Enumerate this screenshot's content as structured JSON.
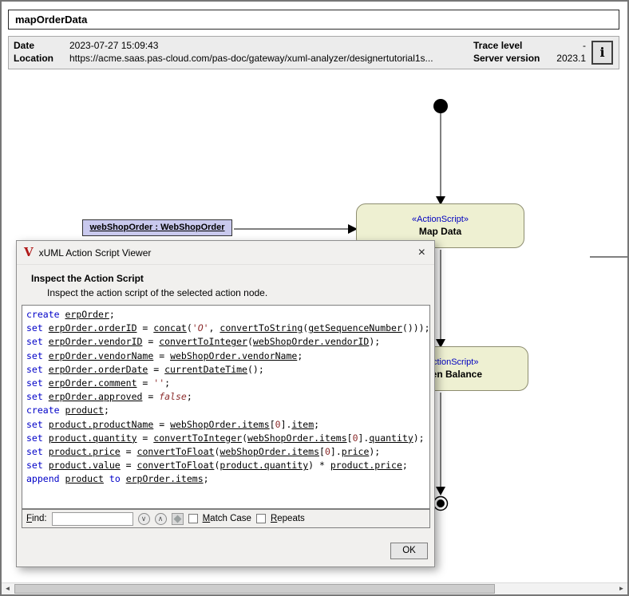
{
  "window": {
    "title": "mapOrderData"
  },
  "header": {
    "date_label": "Date",
    "date_value": "2023-07-27 15:09:43",
    "location_label": "Location",
    "location_value": "https://acme.saas.pas-cloud.com/pas-doc/gateway/xuml-analyzer/designertutorial1s...",
    "trace_label": "Trace level",
    "trace_value": "-",
    "server_label": "Server version",
    "server_value": "2023.1"
  },
  "icons": {
    "info": "i",
    "logo": "V",
    "close": "×",
    "find_next": "∨",
    "find_prev": "∧",
    "scroll_left": "◄",
    "scroll_right": "►"
  },
  "diagram": {
    "object_label": "webShopOrder : WebShopOrder",
    "nodes": [
      {
        "stereotype": "«ActionScript»",
        "name": "Map Data"
      },
      {
        "stereotype": "«ActionScript»",
        "name": "Open Balance"
      }
    ]
  },
  "dialog": {
    "title": "xUML Action Script Viewer",
    "heading": "Inspect the Action Script",
    "subheading": "Inspect the action script of the selected action node.",
    "code_lines": [
      [
        [
          "k",
          "create"
        ],
        [
          "p",
          " "
        ],
        [
          "i",
          "erpOrder"
        ],
        [
          "p",
          ";"
        ]
      ],
      [
        [
          "k",
          "set"
        ],
        [
          "p",
          " "
        ],
        [
          "i",
          "erpOrder.orderID"
        ],
        [
          "p",
          " = "
        ],
        [
          "i",
          "concat"
        ],
        [
          "p",
          "("
        ],
        [
          "s",
          "'O'"
        ],
        [
          "p",
          ", "
        ],
        [
          "i",
          "convertToString"
        ],
        [
          "p",
          "("
        ],
        [
          "i",
          "getSequenceNumber"
        ],
        [
          "p",
          "()));"
        ]
      ],
      [
        [
          "k",
          "set"
        ],
        [
          "p",
          " "
        ],
        [
          "i",
          "erpOrder.vendorID"
        ],
        [
          "p",
          " = "
        ],
        [
          "i",
          "convertToInteger"
        ],
        [
          "p",
          "("
        ],
        [
          "i",
          "webShopOrder.vendorID"
        ],
        [
          "p",
          ");"
        ]
      ],
      [
        [
          "k",
          "set"
        ],
        [
          "p",
          " "
        ],
        [
          "i",
          "erpOrder.vendorName"
        ],
        [
          "p",
          " = "
        ],
        [
          "i",
          "webShopOrder.vendorName"
        ],
        [
          "p",
          ";"
        ]
      ],
      [
        [
          "k",
          "set"
        ],
        [
          "p",
          " "
        ],
        [
          "i",
          "erpOrder.orderDate"
        ],
        [
          "p",
          " = "
        ],
        [
          "i",
          "currentDateTime"
        ],
        [
          "p",
          "();"
        ]
      ],
      [
        [
          "k",
          "set"
        ],
        [
          "p",
          " "
        ],
        [
          "i",
          "erpOrder.comment"
        ],
        [
          "p",
          " = "
        ],
        [
          "s",
          "''"
        ],
        [
          "p",
          ";"
        ]
      ],
      [
        [
          "k",
          "set"
        ],
        [
          "p",
          " "
        ],
        [
          "i",
          "erpOrder.approved"
        ],
        [
          "p",
          " = "
        ],
        [
          "s",
          "false"
        ],
        [
          "p",
          ";"
        ]
      ],
      [
        [
          "k",
          "create"
        ],
        [
          "p",
          " "
        ],
        [
          "i",
          "product"
        ],
        [
          "p",
          ";"
        ]
      ],
      [
        [
          "k",
          "set"
        ],
        [
          "p",
          " "
        ],
        [
          "i",
          "product.productName"
        ],
        [
          "p",
          " = "
        ],
        [
          "i",
          "webShopOrder.items"
        ],
        [
          "p",
          "["
        ],
        [
          "n",
          "0"
        ],
        [
          "p",
          "]."
        ],
        [
          "i",
          "item"
        ],
        [
          "p",
          ";"
        ]
      ],
      [
        [
          "k",
          "set"
        ],
        [
          "p",
          " "
        ],
        [
          "i",
          "product.quantity"
        ],
        [
          "p",
          " = "
        ],
        [
          "i",
          "convertToInteger"
        ],
        [
          "p",
          "("
        ],
        [
          "i",
          "webShopOrder.items"
        ],
        [
          "p",
          "["
        ],
        [
          "n",
          "0"
        ],
        [
          "p",
          "]."
        ],
        [
          "i",
          "quantity"
        ],
        [
          "p",
          ");"
        ]
      ],
      [
        [
          "k",
          "set"
        ],
        [
          "p",
          " "
        ],
        [
          "i",
          "product.price"
        ],
        [
          "p",
          " = "
        ],
        [
          "i",
          "convertToFloat"
        ],
        [
          "p",
          "("
        ],
        [
          "i",
          "webShopOrder.items"
        ],
        [
          "p",
          "["
        ],
        [
          "n",
          "0"
        ],
        [
          "p",
          "]."
        ],
        [
          "i",
          "price"
        ],
        [
          "p",
          ");"
        ]
      ],
      [
        [
          "k",
          "set"
        ],
        [
          "p",
          " "
        ],
        [
          "i",
          "product.value"
        ],
        [
          "p",
          " = "
        ],
        [
          "i",
          "convertToFloat"
        ],
        [
          "p",
          "("
        ],
        [
          "i",
          "product.quantity"
        ],
        [
          "p",
          ") * "
        ],
        [
          "i",
          "product.price"
        ],
        [
          "p",
          ";"
        ]
      ],
      [
        [
          "k",
          "append"
        ],
        [
          "p",
          " "
        ],
        [
          "i",
          "product"
        ],
        [
          "p",
          " "
        ],
        [
          "k",
          "to"
        ],
        [
          "p",
          " "
        ],
        [
          "i",
          "erpOrder.items"
        ],
        [
          "p",
          ";"
        ]
      ]
    ],
    "find": {
      "label": "Find:",
      "value": "",
      "match_case_label": "Match Case",
      "repeats_label": "Repeats"
    },
    "ok_label": "OK"
  }
}
